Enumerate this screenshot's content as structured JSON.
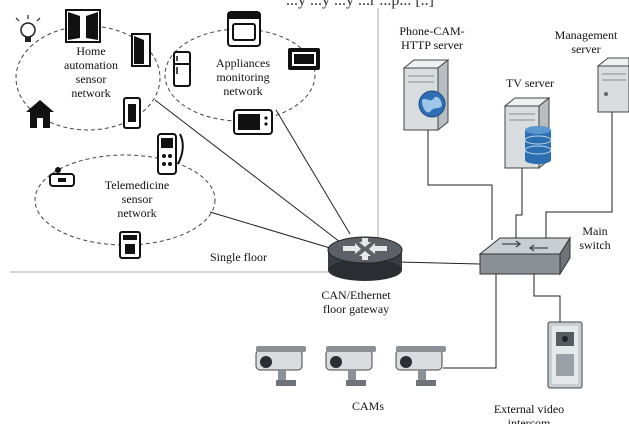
{
  "header_fragment": "...y  ...y ...y  ...r  ...p...  [..]",
  "labels": {
    "home_automation": "Home\nautomation\nsensor\nnetwork",
    "appliances": "Appliances\nmonitoring\nnetwork",
    "telemedicine": "Telemedicine\nsensor\nnetwork",
    "single_floor": "Single floor",
    "gateway": "CAN/Ethernet\nfloor gateway",
    "phone_cam_server": "Phone-CAM-\nHTTP server",
    "tv_server": "TV server",
    "management_server": "Management\nserver",
    "main_switch": "Main\nswitch",
    "cams": "CAMs",
    "external_intercom": "External video\nintercom"
  },
  "icons": {
    "gateway": "router-icon",
    "switch": "network-switch-icon",
    "phone_cam_server": "server-globe-icon",
    "tv_server": "server-database-icon",
    "management_server": "server-icon",
    "camera": "cctv-camera-icon",
    "intercom": "video-intercom-icon",
    "lightbulb": "lightbulb-icon",
    "window": "window-icon",
    "door": "door-icon",
    "house": "house-icon",
    "wall_switch": "wall-switch-icon",
    "oven": "oven-icon",
    "fridge": "fridge-icon",
    "microwave": "microwave-icon",
    "tv": "tv-icon",
    "sensor_device": "sensor-device-icon",
    "health_monitor": "health-monitor-icon",
    "telephone": "telephone-icon"
  },
  "colors": {
    "line": "#222222",
    "divider": "#aaaaaa",
    "device_body": "#d9dde0",
    "device_dark": "#3a3f44",
    "globe_blue": "#2f6eb5",
    "db_blue": "#2c6fb0",
    "intercom_screen": "#555b60"
  }
}
